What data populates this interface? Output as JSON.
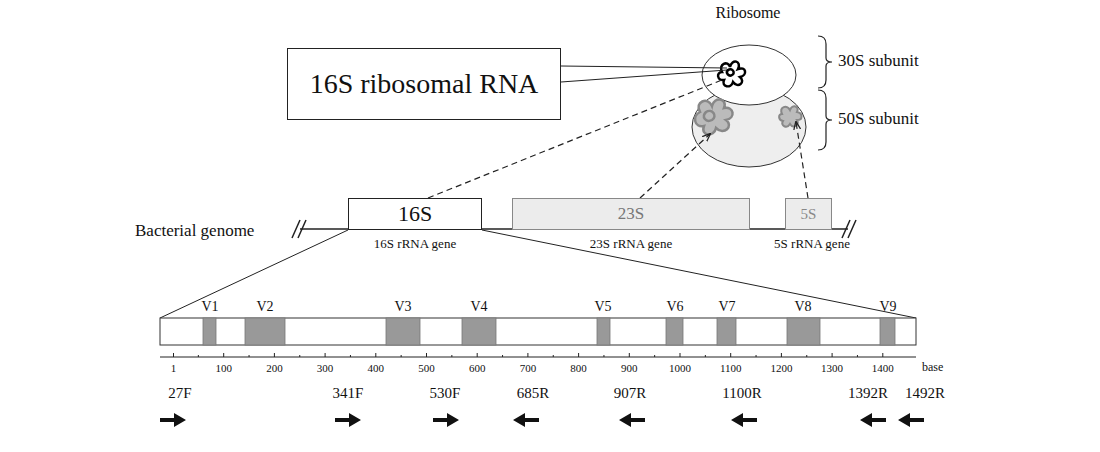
{
  "diagram": {
    "nodes": [
      {
        "text": [
          "16S ribosomal RNA"
        ]
      },
      {
        "text": [
          "16S"
        ]
      },
      {
        "text": [
          "23S"
        ]
      },
      {
        "text": [
          "5S"
        ]
      }
    ],
    "labels": [
      "Ribosome",
      "30S subunit",
      "50S subunit",
      "Bacterial genome",
      "16S rRNA gene",
      "23S rRNA gene",
      "5S rRNA gene",
      "V1",
      "V2",
      "V3",
      "V4",
      "V5",
      "V6",
      "V7",
      "V8",
      "V9",
      "1",
      "100",
      "200",
      "300",
      "400",
      "500",
      "600",
      "700",
      "800",
      "900",
      "1000",
      "1100",
      "1200",
      "1300",
      "1400",
      "base",
      "27F",
      "341F",
      "530F",
      "685R",
      "907R",
      "1100R",
      "1392R",
      "1492R"
    ]
  }
}
